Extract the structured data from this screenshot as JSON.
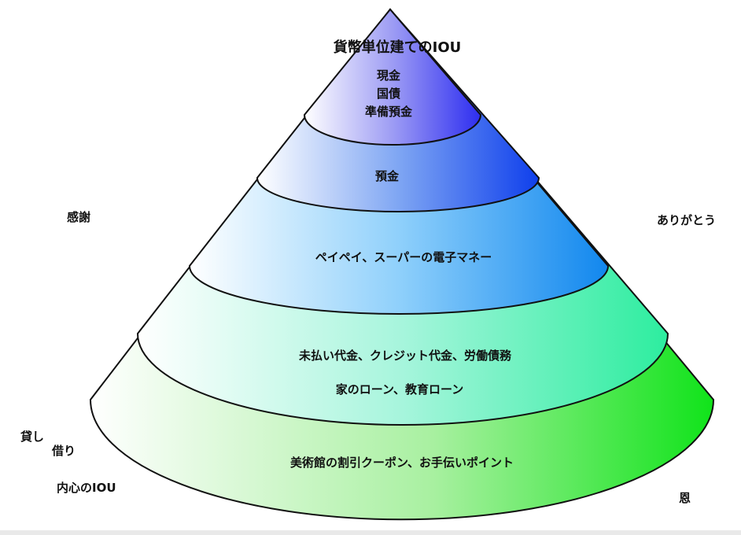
{
  "title": "貨幣単位建てのIOU",
  "tiers": [
    {
      "lines": [
        "現金",
        "国債",
        "準備預金"
      ]
    },
    {
      "lines": [
        "預金"
      ]
    },
    {
      "lines": [
        "ペイペイ、スーパーの電子マネー"
      ]
    },
    {
      "lines": [
        "未払い代金、クレジット代金、労働債務",
        "家のローン、教育ローン"
      ]
    },
    {
      "lines": [
        "美術館の割引クーポン、お手伝いポイント"
      ]
    }
  ],
  "side_labels": {
    "left_upper": "感謝",
    "right_upper": "ありがとう",
    "left_lower_1": "貸し",
    "left_lower_2": "借り",
    "left_bottom": "内心のIOU",
    "right_bottom": "恩"
  },
  "colors": {
    "tier1": "#3f3ff2",
    "tier2": "#1848ee",
    "tier3": "#1a86ee",
    "tier4": "#34eea4",
    "tier5": "#14e61e",
    "outline": "#111111"
  }
}
